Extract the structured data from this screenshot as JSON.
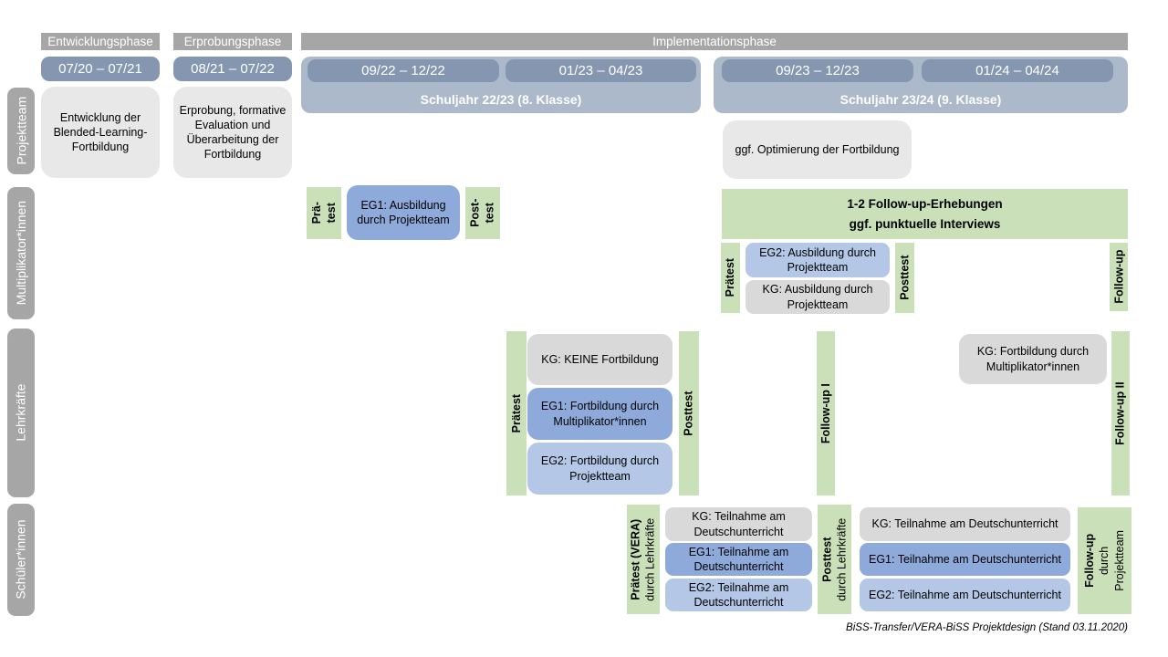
{
  "colors": {
    "header_gray": "#a6a6a6",
    "sidebar_gray": "#a6a6a6",
    "date_blue": "#8496b0",
    "year_container": "#acb9ca",
    "light_gray_box": "#e9e8e8",
    "kg_gray": "#d9d9d9",
    "eg1_blue": "#8eaadb",
    "eg2_blue": "#b4c7e7",
    "green": "#c9e0b8"
  },
  "phase_headers": {
    "entwicklung": "Entwicklungsphase",
    "erprobung": "Erprobungsphase",
    "implementation": "Implementationsphase"
  },
  "timeline": {
    "entwicklung_date": "07/20 – 07/21",
    "erprobung_date": "08/21 – 07/22",
    "year1": {
      "label": "Schuljahr 22/23 (8. Klasse)",
      "date1": "09/22 – 12/22",
      "date2": "01/23 – 04/23"
    },
    "year2": {
      "label": "Schuljahr 23/24 (9. Klasse)",
      "date1": "09/23 – 12/23",
      "date2": "01/24 – 04/24"
    }
  },
  "row_labels": {
    "projektteam": "Projektteam",
    "multiplikator": "Multiplikator*innen",
    "lehrkraefte": "Lehrkräfte",
    "schueler": "Schüler*innen"
  },
  "projektteam": {
    "entwicklung_box": "Entwicklung der Blended-Learning-Fortbildung",
    "erprobung_box": "Erprobung, formative Evaluation und Überarbeitung der Fortbildung",
    "optimierung_box": "ggf. Optimierung der Fortbildung"
  },
  "multiplikator": {
    "praetest_split": {
      "line1": "Prä-",
      "line2": "test"
    },
    "eg1_box": "EG1: Ausbildung durch Projektteam",
    "posttest_split": {
      "line1": "Post-",
      "line2": "test"
    },
    "followup_banner": {
      "line1": "1-2 Follow-up-Erhebungen",
      "line2": "ggf. punktuelle Interviews"
    },
    "praetest": "Prätest",
    "eg2_box": "EG2: Ausbildung durch Projektteam",
    "kg_box": "KG: Ausbildung durch Projektteam",
    "posttest": "Posttest",
    "followup": "Follow-up"
  },
  "lehrkraefte": {
    "praetest": "Prätest",
    "kg_box": "KG: KEINE Fortbildung",
    "eg1_box": "EG1: Fortbildung durch Multiplikator*innen",
    "eg2_box": "EG2: Fortbildung durch Projektteam",
    "posttest": "Posttest",
    "followup1": "Follow-up I",
    "kg_box2": "KG: Fortbildung durch Multiplikator*innen",
    "followup2": "Follow-up II"
  },
  "schueler": {
    "praetest": {
      "title": "Prätest (VERA)",
      "sub": "durch Lehrkräfte"
    },
    "kg_box": "KG: Teilnahme am Deutschunterricht",
    "eg1_box": "EG1: Teilnahme am Deutschunterricht",
    "eg2_box": "EG2: Teilnahme am Deutschunterricht",
    "posttest": {
      "title": "Posttest",
      "sub": "durch Lehrkräfte"
    },
    "kg_box2": "KG: Teilnahme am Deutschunterricht",
    "eg1_box2": "EG1: Teilnahme am Deutschunterricht",
    "eg2_box2": "EG2: Teilnahme am Deutschunterricht",
    "followup": {
      "title": "Follow-up",
      "sub1": "durch",
      "sub2": "Projektteam"
    }
  },
  "caption": "BiSS-Transfer/VERA-BiSS Projektdesign (Stand 03.11.2020)"
}
